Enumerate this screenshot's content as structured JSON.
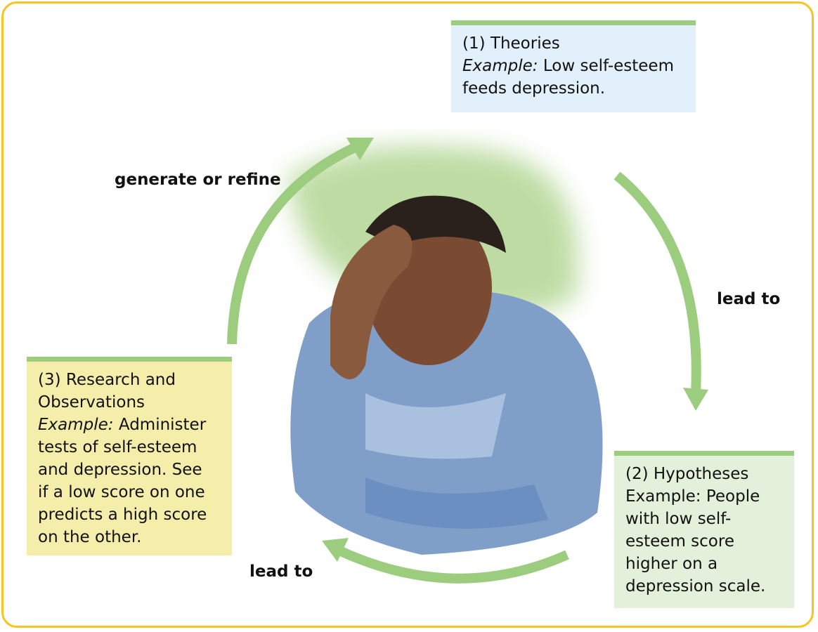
{
  "theories": {
    "title": "(1) Theories",
    "example_label": "Example:",
    "lines": [
      " Low self-esteem",
      "feeds depression."
    ]
  },
  "hypotheses": {
    "lines": [
      "(2) Hypotheses",
      "Example: People",
      "with low self-",
      "esteem score",
      "higher on a",
      "depression scale."
    ]
  },
  "research": {
    "lines": [
      "(3) Research and",
      "Observations"
    ],
    "example_label": "Example:",
    "example_lines": [
      " Administer",
      "tests of self-esteem",
      "and depression. See",
      "if a low score on one",
      "predicts a high score",
      "on the other."
    ]
  },
  "arrows": {
    "generate": "generate or refine",
    "lead_to_1": "lead to",
    "lead_to_2": "lead to"
  },
  "colors": {
    "border": "#f3c623",
    "arrow": "#9ccd7e",
    "box_theories": "#e2f0fb",
    "box_hypotheses": "#e4f1da",
    "box_research": "#f5eeaa"
  }
}
